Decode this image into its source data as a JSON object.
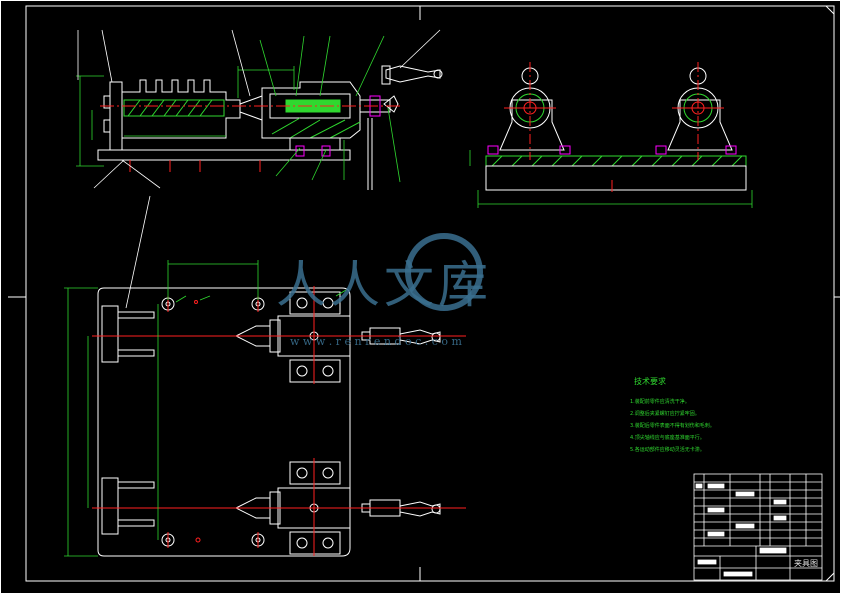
{
  "colors": {
    "background": "#000000",
    "line": "#ffffff",
    "centerline": "#ff2020",
    "dimension": "#2fd82f",
    "hatch": "#2fd82f",
    "magenta": "#ff00ff",
    "watermark": "#3a6f8f"
  },
  "watermark": {
    "text": "人人文库",
    "url": "w w w . r e n r e n d o c . c o m"
  },
  "notes": {
    "title": "技术要求",
    "items": [
      "1.装配前零件应清洗干净。",
      "2.调整后夹紧螺钉应拧紧牢固。",
      "3.装配后零件表面不得有划伤和毛刺。",
      "4.顶尖轴线应与底座基准面平行。",
      "5.各运动部件应移动灵活无卡滞。"
    ]
  },
  "title_block": {
    "name": "夹具图"
  }
}
